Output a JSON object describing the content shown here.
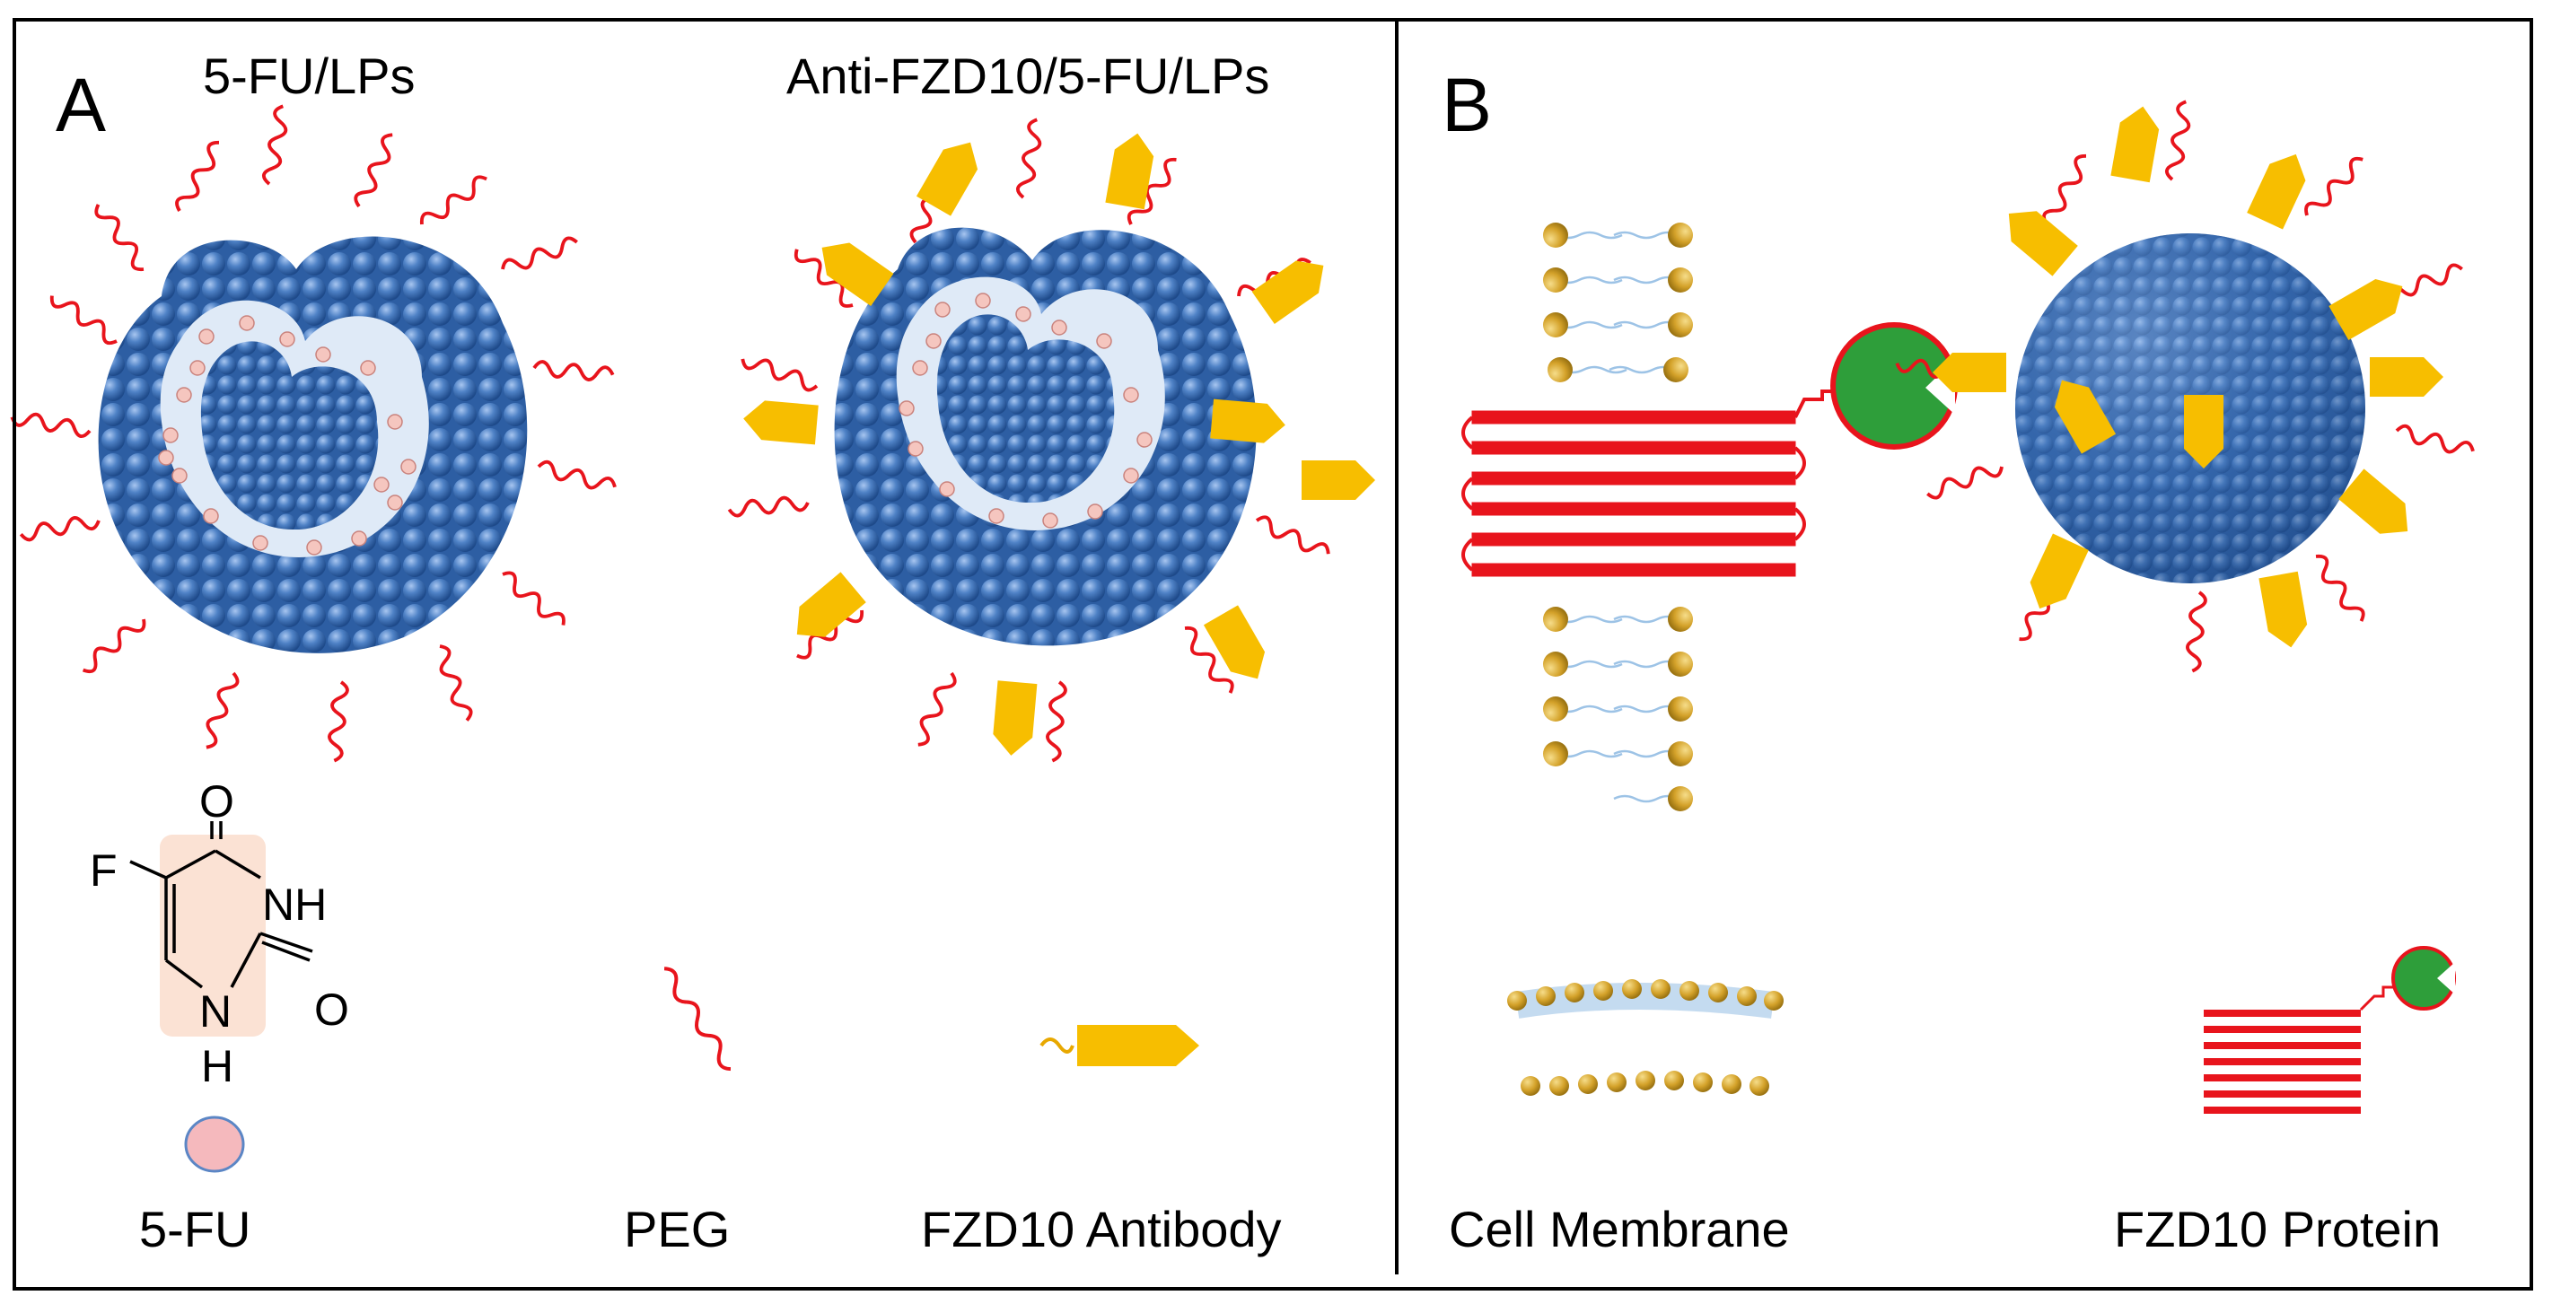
{
  "panel_a": {
    "letter": "A",
    "title_left": "5-FU/LPs",
    "title_right": "Anti-FZD10/5-FU/LPs",
    "legend": {
      "drug": "5-FU",
      "peg": "PEG",
      "antibody": "FZD10 Antibody"
    },
    "structure_atoms": {
      "oxygen_top": "O",
      "fluorine": "F",
      "nh_right": "NH",
      "oxygen_right": "O",
      "n_bottom": "N",
      "h_bottom": "H"
    }
  },
  "panel_b": {
    "letter": "B",
    "legend": {
      "membrane": "Cell Membrane",
      "protein": "FZD10 Protein"
    }
  },
  "colors": {
    "liposome_blue": "#3c6fb4",
    "peg_red": "#e8141c",
    "antibody_gold": "#f7be00",
    "drug_pink": "#f5b9bd",
    "receptor_green": "#2e9e3a",
    "lipid_head": "#d4a22a",
    "lipid_tail": "#9dc3e6"
  }
}
